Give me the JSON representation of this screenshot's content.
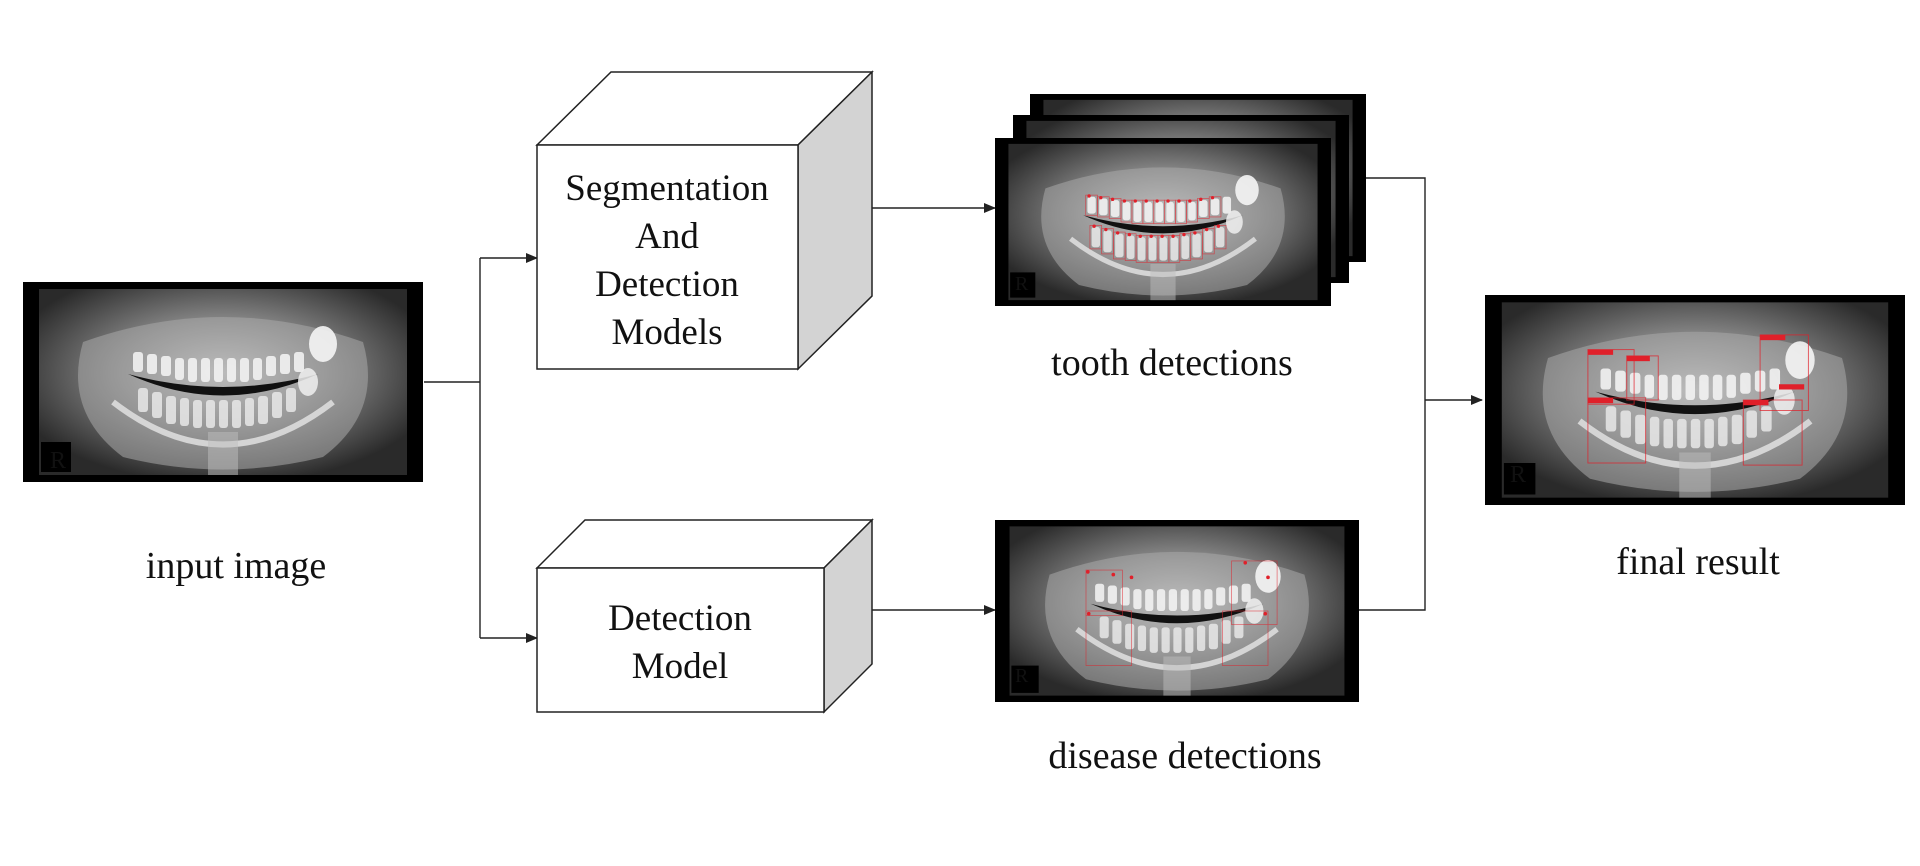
{
  "diagram": {
    "input_label": "input image",
    "seg_box_lines": [
      "Segmentation",
      "And",
      "Detection",
      "Models"
    ],
    "det_box_lines": [
      "Detection",
      "Model"
    ],
    "tooth_label": "tooth detections",
    "disease_label": "disease detections",
    "final_label": "final result",
    "xray_marker": "R"
  },
  "colors": {
    "line": "#222222",
    "cube_face": "#ffffff",
    "cube_side": "#d3d3d3",
    "annotation": "#e0202a"
  }
}
